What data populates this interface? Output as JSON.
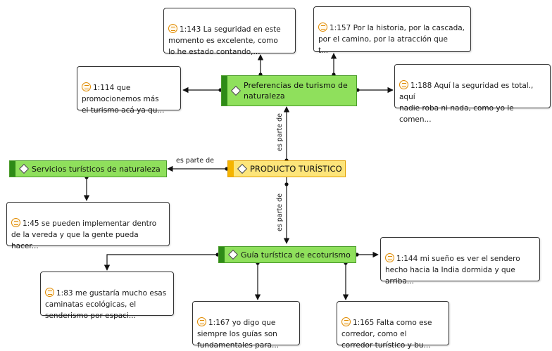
{
  "codes": {
    "producto": "PRODUCTO TURÍSTICO",
    "preferencias": "Preferencias de turismo de\nnaturaleza",
    "servicios": "Servicios turísticos de naturaleza",
    "guia": "Guía turística de ecoturismo"
  },
  "relation_label": "es parte de",
  "quotes": {
    "q143": "1:143 La seguridad en este\nmomento es excelente, como\nlo he estado contando,...",
    "q157": "1:157 Por la historia, por la cascada,\npor el camino, por la atracción que\nt...",
    "q114": "1:114 que\npromocionemos más\nel turismo acá ya qu...",
    "q188": "1:188 Aquí la seguridad es total., aquí\nnadie roba ni nada, como yo le\ncomen...",
    "q45": "1:45 se pueden implementar  dentro\nde la vereda y que la gente pueda\nhacer...",
    "q144": "1:144 mi sueño es ver el sendero\nhecho hacia la India dormida y  que\narriba...",
    "q83": "1:83 me gustaría mucho esas\ncaminatas  ecológicas, el\nsenderismo por espaci...",
    "q167": "1:167 yo digo que\nsiempre los guías son\nfundamentales para...",
    "q165": "1:165 Falta como ese\ncorredor, como el\ncorredor turístico y bu..."
  }
}
